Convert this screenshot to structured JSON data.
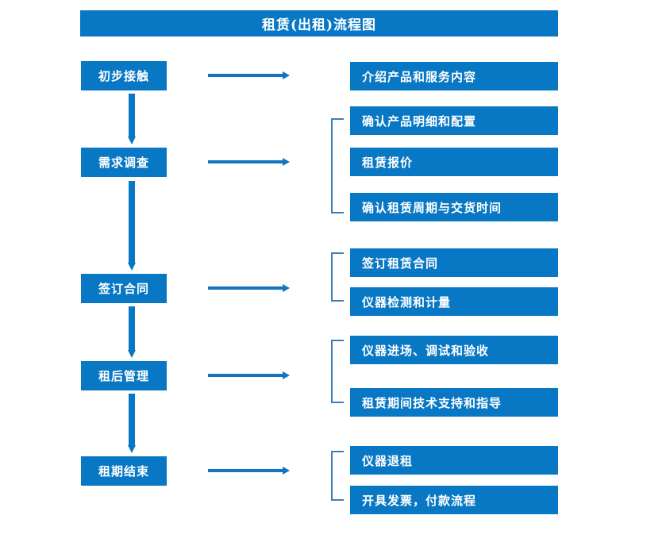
{
  "title": "租赁(出租)流程图",
  "colors": {
    "box_blue": "#0878C4",
    "arrow_blue": "#1175C0",
    "bracket_blue": "#3E7EB8",
    "text_white": "#FFFFFF",
    "background": "#FFFFFF"
  },
  "stages": [
    {
      "label": "初步接触",
      "details": [
        "介绍产品和服务内容"
      ],
      "bracketed": false
    },
    {
      "label": "需求调查",
      "details": [
        "确认产品明细和配置",
        "租赁报价",
        "确认租赁周期与交货时间"
      ],
      "bracketed": true
    },
    {
      "label": "签订合同",
      "details": [
        "签订租赁合同",
        "仪器检测和计量"
      ],
      "bracketed": true
    },
    {
      "label": "租后管理",
      "details": [
        "仪器进场、调试和验收",
        "租赁期间技术支持和指导"
      ],
      "bracketed": true
    },
    {
      "label": "租期结束",
      "details": [
        "仪器退租",
        "开具发票，付款流程"
      ],
      "bracketed": true
    }
  ],
  "connectors": {
    "down_arrow_count": 4,
    "right_arrow_count": 5,
    "down_arrow_icon": "arrow-down-icon",
    "right_arrow_icon": "arrow-right-icon",
    "bracket_icon": "group-bracket-icon"
  }
}
